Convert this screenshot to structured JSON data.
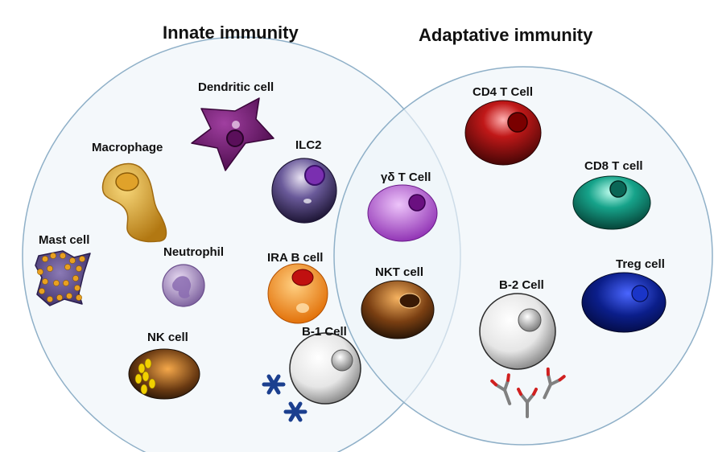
{
  "titles": {
    "innate": "Innate immunity",
    "adaptive": "Adaptative immunity"
  },
  "cells": {
    "dendritic": "Dendritic cell",
    "macrophage": "Macrophage",
    "ilc2": "ILC2",
    "mast": "Mast cell",
    "neutrophil": "Neutrophil",
    "ira_b": "IRA B cell",
    "nk": "NK cell",
    "b1": "B-1 Cell",
    "gamma_delta": "γδ T Cell",
    "nkt": "NKT cell",
    "cd4": "CD4 T Cell",
    "cd8": "CD8 T cell",
    "treg": "Treg cell",
    "b2": "B-2 Cell"
  },
  "colors": {
    "circle_fill": "#eef4f9",
    "circle_stroke": "#8fb0c8",
    "dendritic": "#6b1a6b",
    "macrophage": "#d9a531",
    "ilc2": "#4a3a7a",
    "mast": "#5a4a8a",
    "neutrophil": "#9a80b5",
    "ira_b": "#f08a10",
    "nk": "#6a3a12",
    "b1": "#d8d8d8",
    "gamma_delta": "#b24fcf",
    "nkt": "#6e3b10",
    "cd4": "#b01010",
    "cd8": "#138c77",
    "treg": "#0b1e8a",
    "b2": "#d8d8d8",
    "antibody": "#808080",
    "antigen": "#1b3f8f"
  }
}
